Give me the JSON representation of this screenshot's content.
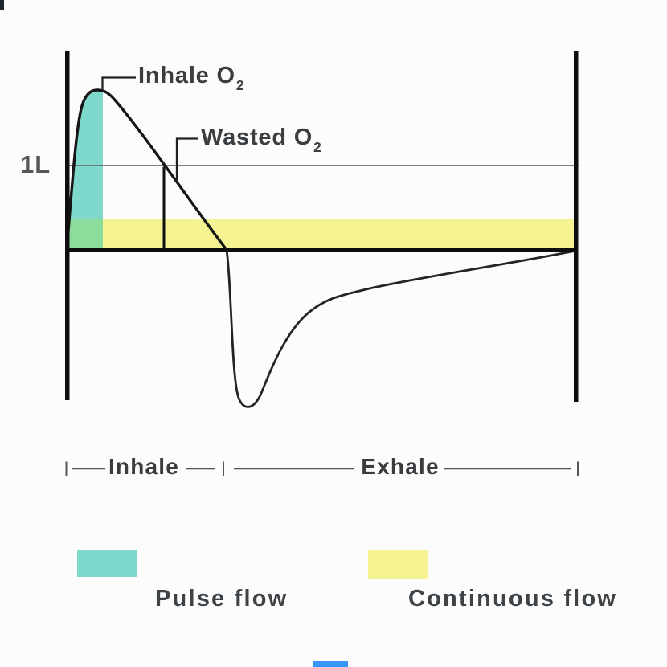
{
  "chart": {
    "y_tick_label": "1L",
    "annotations": {
      "inhale_o2": {
        "text": "Inhale O",
        "subscript": "2"
      },
      "wasted_o2": {
        "text": "Wasted O",
        "subscript": "2"
      }
    },
    "phase_labels": {
      "inhale": "Inhale",
      "exhale": "Exhale"
    }
  },
  "legend": {
    "items": [
      {
        "label": "Pulse flow",
        "color": "#7ed8cb"
      },
      {
        "label": "Continuous flow",
        "color": "#f6f492"
      }
    ]
  },
  "colors": {
    "pulse_fill": "#7ed8cb",
    "continuous_fill": "#f6f492",
    "overlap_fill": "#8cdc9c",
    "curve_stroke": "#1b1b1b",
    "axis_stroke": "#0e0e0e",
    "reference_line": "#6a6a6a",
    "text": "#3b3e41"
  }
}
